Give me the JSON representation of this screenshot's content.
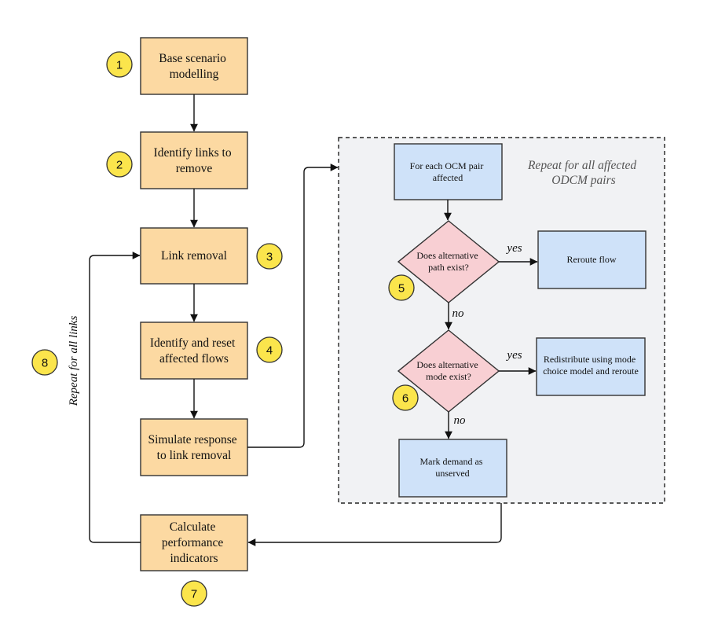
{
  "steps": {
    "base_scenario": [
      "Base scenario",
      "modelling"
    ],
    "identify_links": [
      "Identify links to",
      "remove"
    ],
    "link_removal": [
      "Link removal"
    ],
    "identify_reset": [
      "Identify and reset",
      "affected flows"
    ],
    "simulate": [
      "Simulate response",
      "to link removal"
    ],
    "calculate": [
      "Calculate",
      "performance",
      "indicators"
    ]
  },
  "loop": {
    "note": [
      "Repeat for all affected",
      "ODCM pairs"
    ],
    "for_each": [
      "For each OCM pair",
      "affected"
    ],
    "path_decision": [
      "Does alternative",
      "path exist?"
    ],
    "reroute": [
      "Reroute flow"
    ],
    "mode_decision": [
      "Does alternative",
      "mode exist?"
    ],
    "redistribute": [
      "Redistribute using mode",
      "choice model and reroute"
    ],
    "mark_demand": [
      "Mark demand as",
      "unserved"
    ]
  },
  "edge_labels": {
    "yes_path": "yes",
    "no_path": "no",
    "yes_mode": "yes",
    "no_mode": "no",
    "repeat_links": "Repeat for all links"
  },
  "badges": [
    "1",
    "2",
    "3",
    "4",
    "5",
    "6",
    "7",
    "8"
  ],
  "colors": {
    "process_fill": "#fcd9a2",
    "loop_fill": "#cfe2f9",
    "decision_fill": "#f8cfd3",
    "badge_fill": "#fbe54c",
    "region_fill": "#f1f2f4"
  }
}
